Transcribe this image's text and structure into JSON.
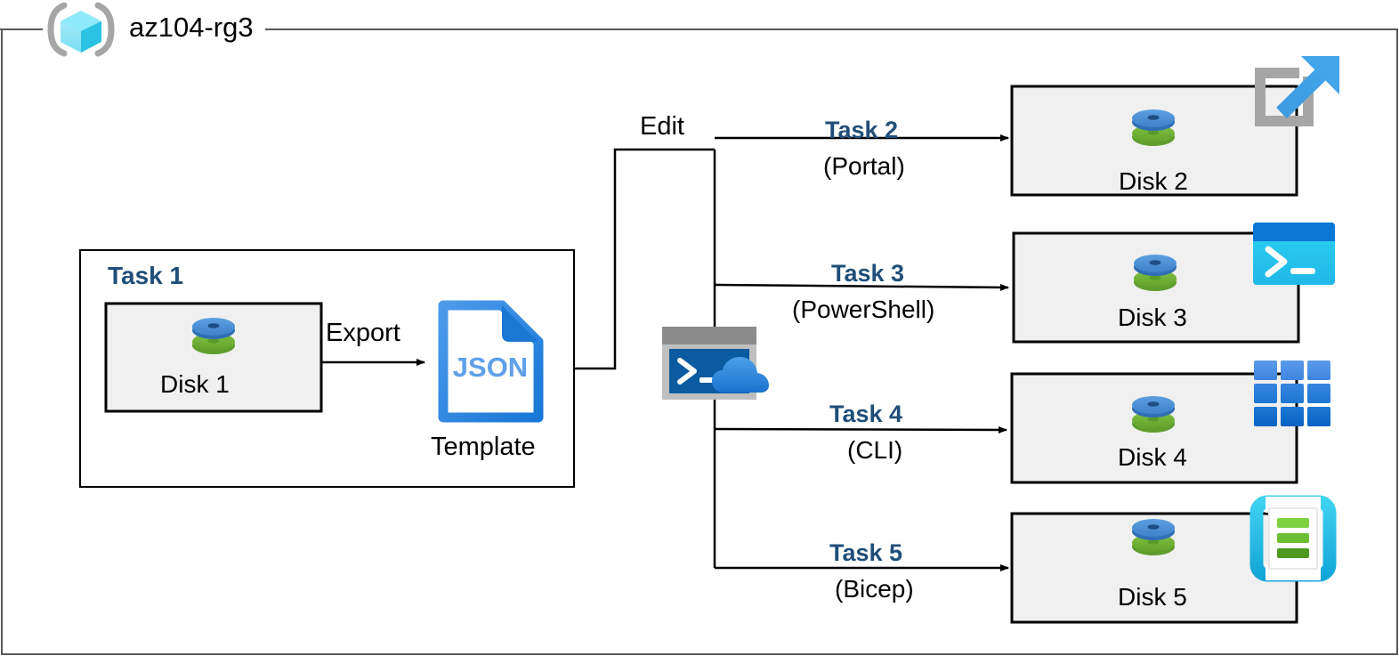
{
  "diagram": {
    "title": "az104-rg3",
    "resource_group_icon": "azure-resource-group-cube-icon",
    "accent_blue": "#1F4E79",
    "box_fill": "#F0F0F0",
    "box_border": "#000000",
    "frame_border": "#595959",
    "disk_icon_blue": "#4A90D9",
    "disk_icon_green": "#7AB648"
  },
  "source_group": {
    "label": "Task 1",
    "disk": {
      "name": "Disk 1",
      "icon": "managed-disk-icon"
    },
    "export_arrow_label": "Export",
    "template": {
      "file_type": "JSON",
      "caption": "Template",
      "icon": "json-file-icon"
    }
  },
  "edit": {
    "label": "Edit",
    "cloud_shell_icon": "azure-cloud-shell-icon"
  },
  "branches": [
    {
      "task": "Task 2",
      "tool": "(Portal)",
      "disk": "Disk 2",
      "tool_icon": "azure-portal-icon",
      "disk_icon": "managed-disk-icon"
    },
    {
      "task": "Task 3",
      "tool": "(PowerShell)",
      "disk": "Disk 3",
      "tool_icon": "powershell-icon",
      "disk_icon": "managed-disk-icon"
    },
    {
      "task": "Task 4",
      "tool": "(CLI)",
      "disk": "Disk 4",
      "tool_icon": "azure-cli-grid-icon",
      "disk_icon": "managed-disk-icon"
    },
    {
      "task": "Task 5",
      "tool": "(Bicep)",
      "disk": "Disk 5",
      "tool_icon": "bicep-file-icon",
      "disk_icon": "managed-disk-icon"
    }
  ]
}
